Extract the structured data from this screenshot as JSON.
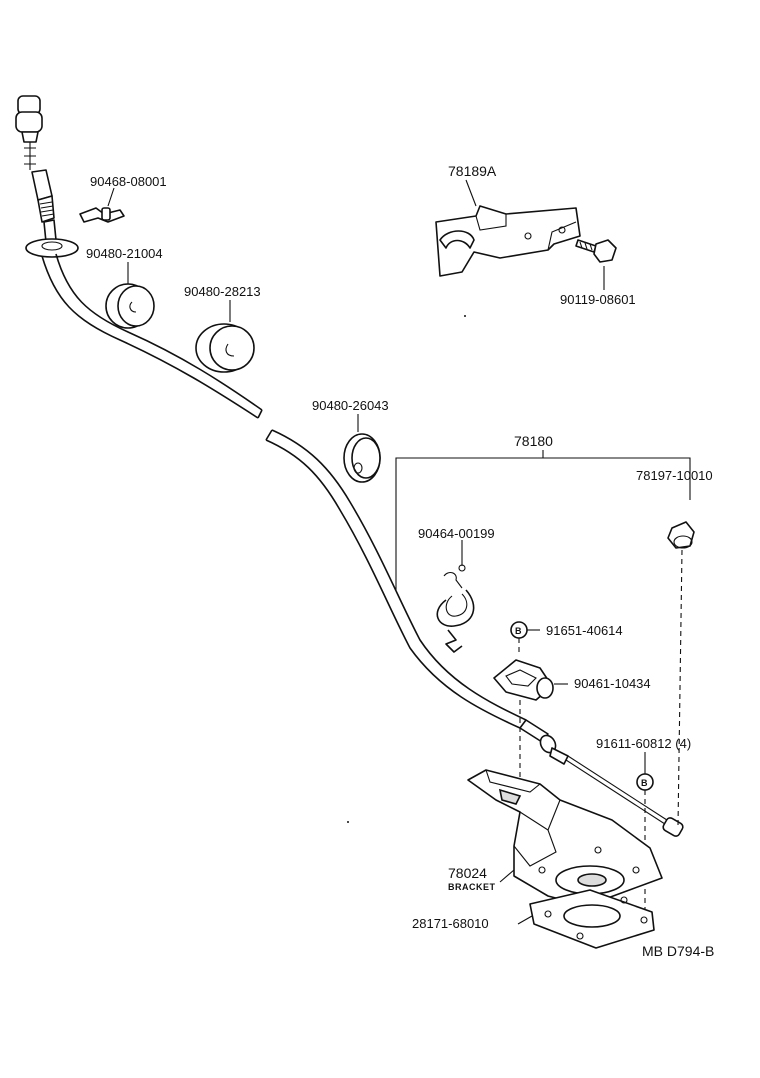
{
  "labels": {
    "p90468": "90468-08001",
    "p90480a": "90480-21004",
    "p90480b": "90480-28213",
    "p78189A": "78189A",
    "p90119": "90119-08601",
    "p90480c": "90480-26043",
    "p78180": "78180",
    "p78197": "78197-10010",
    "p90464": "90464-00199",
    "p91651": "91651-40614",
    "p90461": "90461-10434",
    "p91611": "91611-60812 (4)",
    "p78024": "78024",
    "bracket": "BRACKET",
    "p28171": "28171-68010",
    "ref": "MB D794-B"
  },
  "markers": {
    "b1": "B",
    "b2": "B"
  },
  "icons": [
    "cable-end-icon",
    "clip-icon",
    "plug-icon",
    "bracket-icon",
    "bolt-icon",
    "grommet-icon",
    "cap-icon",
    "clamp-icon",
    "pedal-bracket-icon",
    "gasket-icon"
  ]
}
